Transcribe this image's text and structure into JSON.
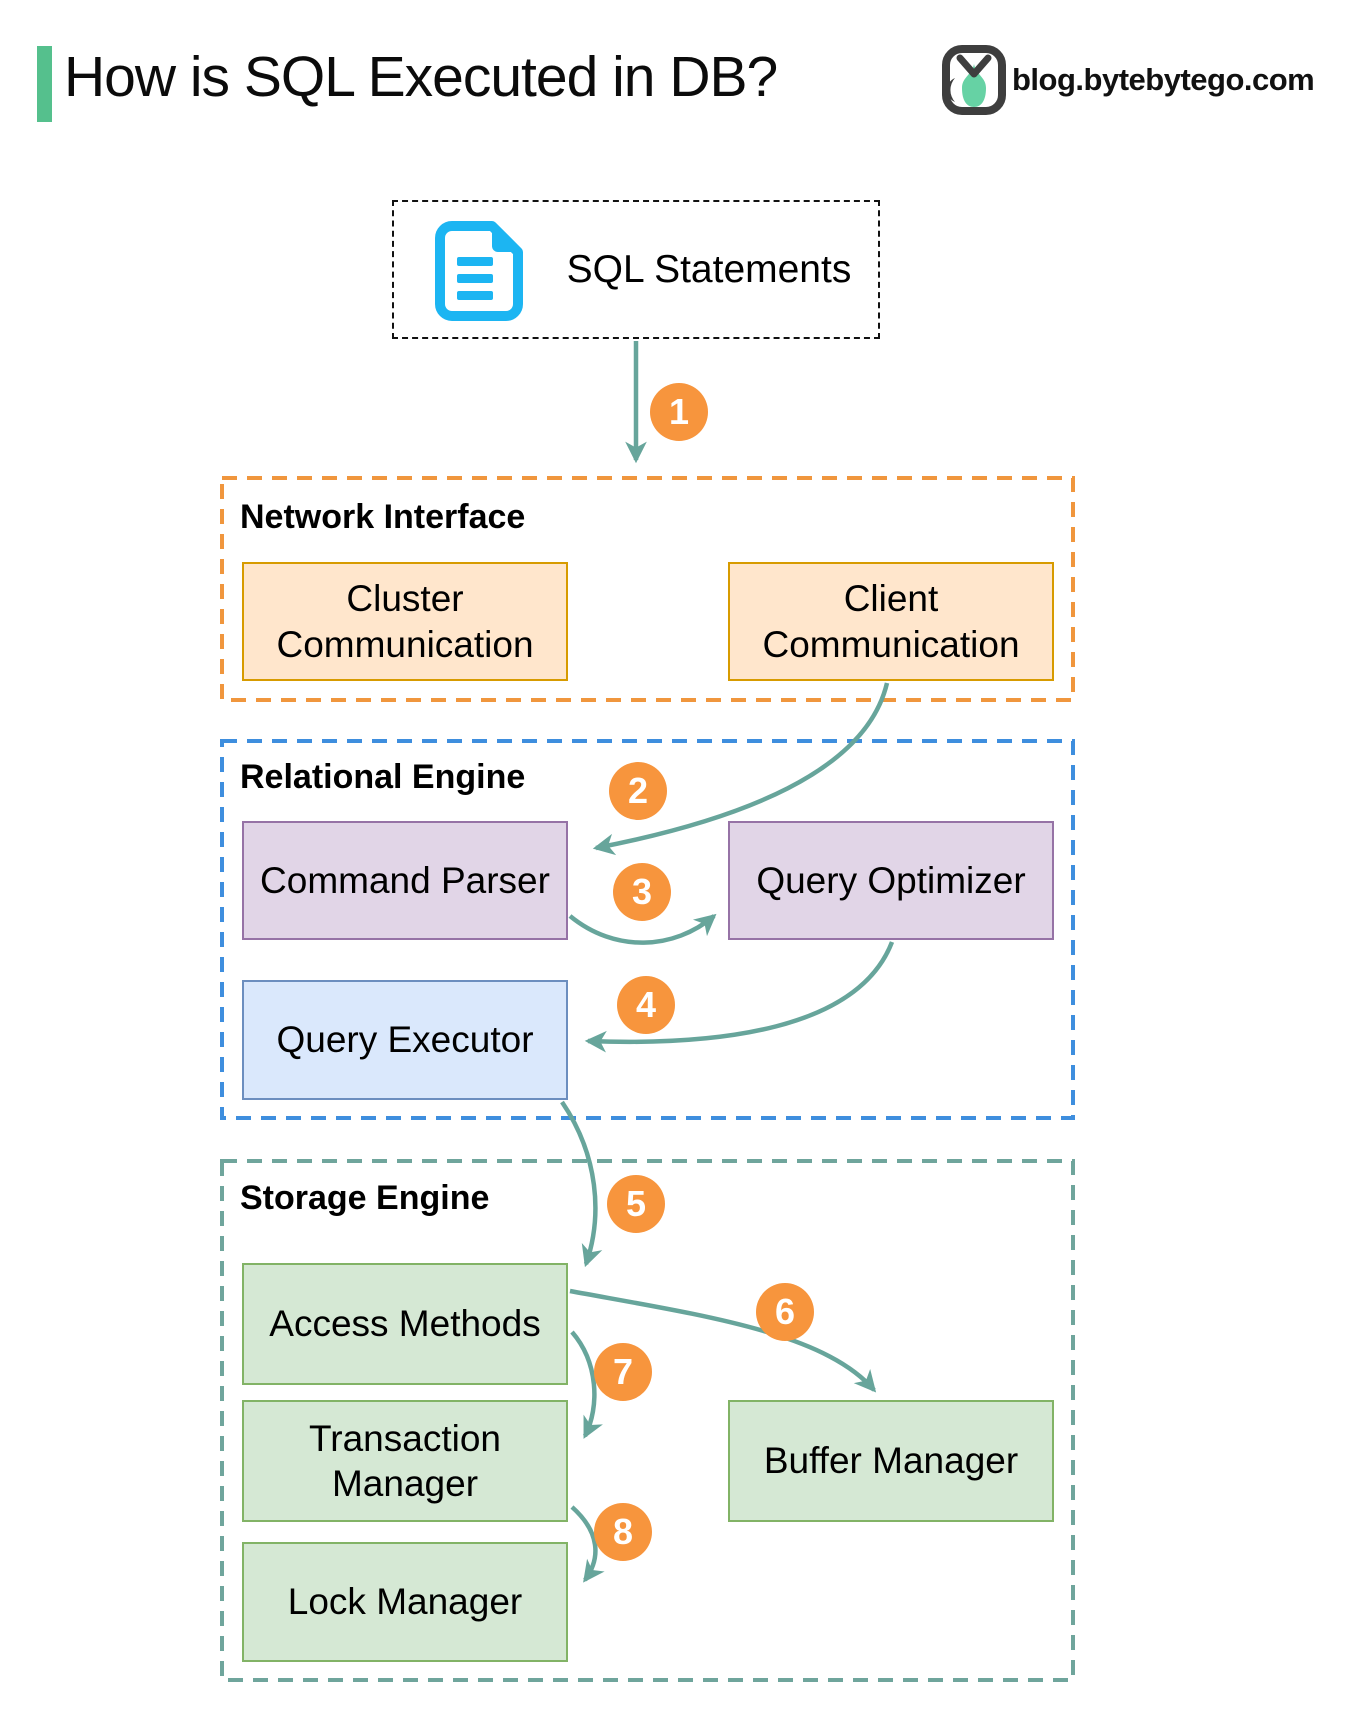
{
  "header": {
    "title": "How is SQL Executed in DB?",
    "site": "blog.bytebytego.com"
  },
  "source_box": {
    "label": "SQL Statements",
    "icon": "document-icon"
  },
  "groups": [
    {
      "label": "Network Interface",
      "border_color": "#F0963D",
      "boxes": [
        {
          "label": "Cluster Communication"
        },
        {
          "label": "Client Communication"
        }
      ]
    },
    {
      "label": "Relational Engine",
      "border_color": "#3E8EDE",
      "boxes": [
        {
          "label": "Command Parser"
        },
        {
          "label": "Query Optimizer"
        },
        {
          "label": "Query Executor"
        }
      ]
    },
    {
      "label": "Storage Engine",
      "border_color": "#6FA59C",
      "boxes": [
        {
          "label": "Access Methods"
        },
        {
          "label": "Transaction Manager"
        },
        {
          "label": "Buffer Manager"
        },
        {
          "label": "Lock Manager"
        }
      ]
    }
  ],
  "steps": [
    {
      "label": "1"
    },
    {
      "label": "2"
    },
    {
      "label": "3"
    },
    {
      "label": "4"
    },
    {
      "label": "5"
    },
    {
      "label": "6"
    },
    {
      "label": "7"
    },
    {
      "label": "8"
    }
  ],
  "colors": {
    "accent": "#55C08D",
    "arrow": "#67A59B",
    "step_badge": "#F7953D",
    "document_icon": "#1CB5F2",
    "orange_node_fill": "#FFE6CC",
    "orange_node_border": "#D79B00",
    "purple_node_fill": "#E1D5E7",
    "purple_node_border": "#9673A6",
    "blue_node_fill": "#DAE8FC",
    "blue_node_border": "#6C8EBF",
    "green_node_fill": "#D5E8D4",
    "green_node_border": "#82B366"
  }
}
